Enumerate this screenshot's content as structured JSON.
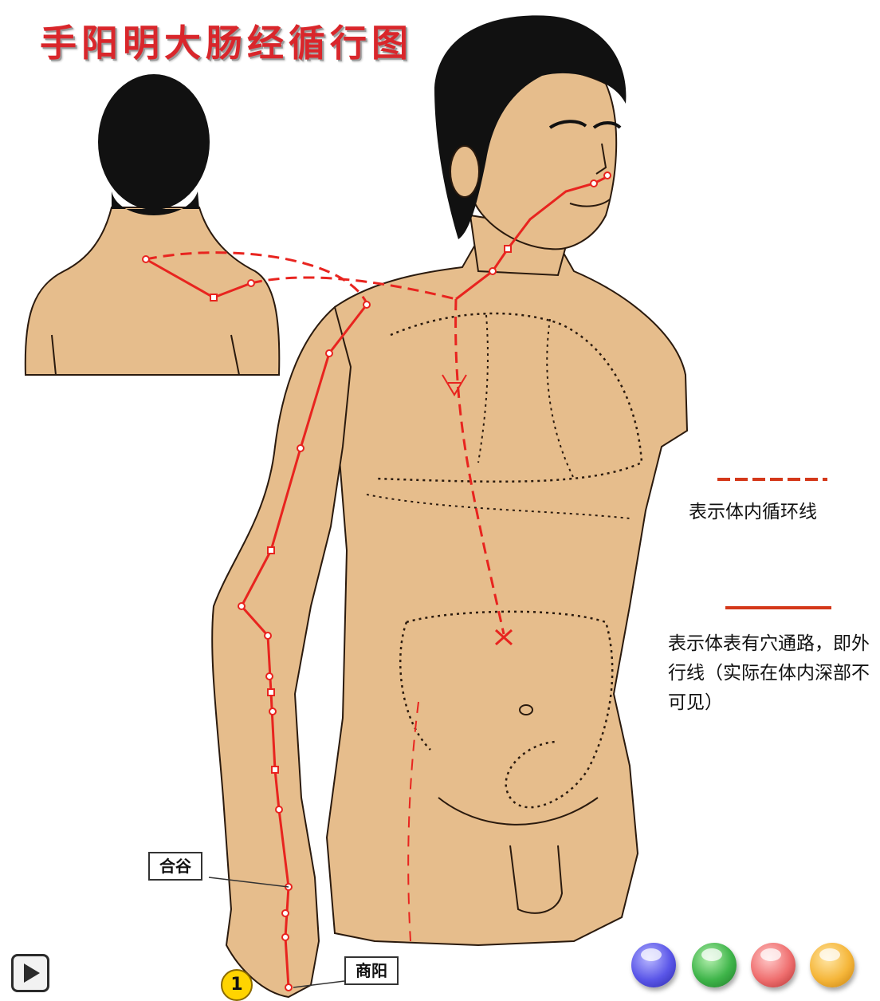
{
  "title": "手阳明大肠经循行图",
  "legend": {
    "internal_text": "表示体内循环线",
    "surface_text": "表示体表有穴通路，即外行线（实际在体内深部不可见）",
    "line_color": "#d4381a"
  },
  "points": {
    "hegu": "合谷",
    "shangyang": "商阳"
  },
  "step": "1",
  "colors": {
    "meridian": "#e8241f",
    "skin": "#e6bd8c",
    "hair": "#111111",
    "title": "#d9262b"
  },
  "controls": {
    "play_icon": "play-icon",
    "orbs": [
      "blue-orb",
      "green-orb",
      "red-orb",
      "orange-orb"
    ]
  }
}
